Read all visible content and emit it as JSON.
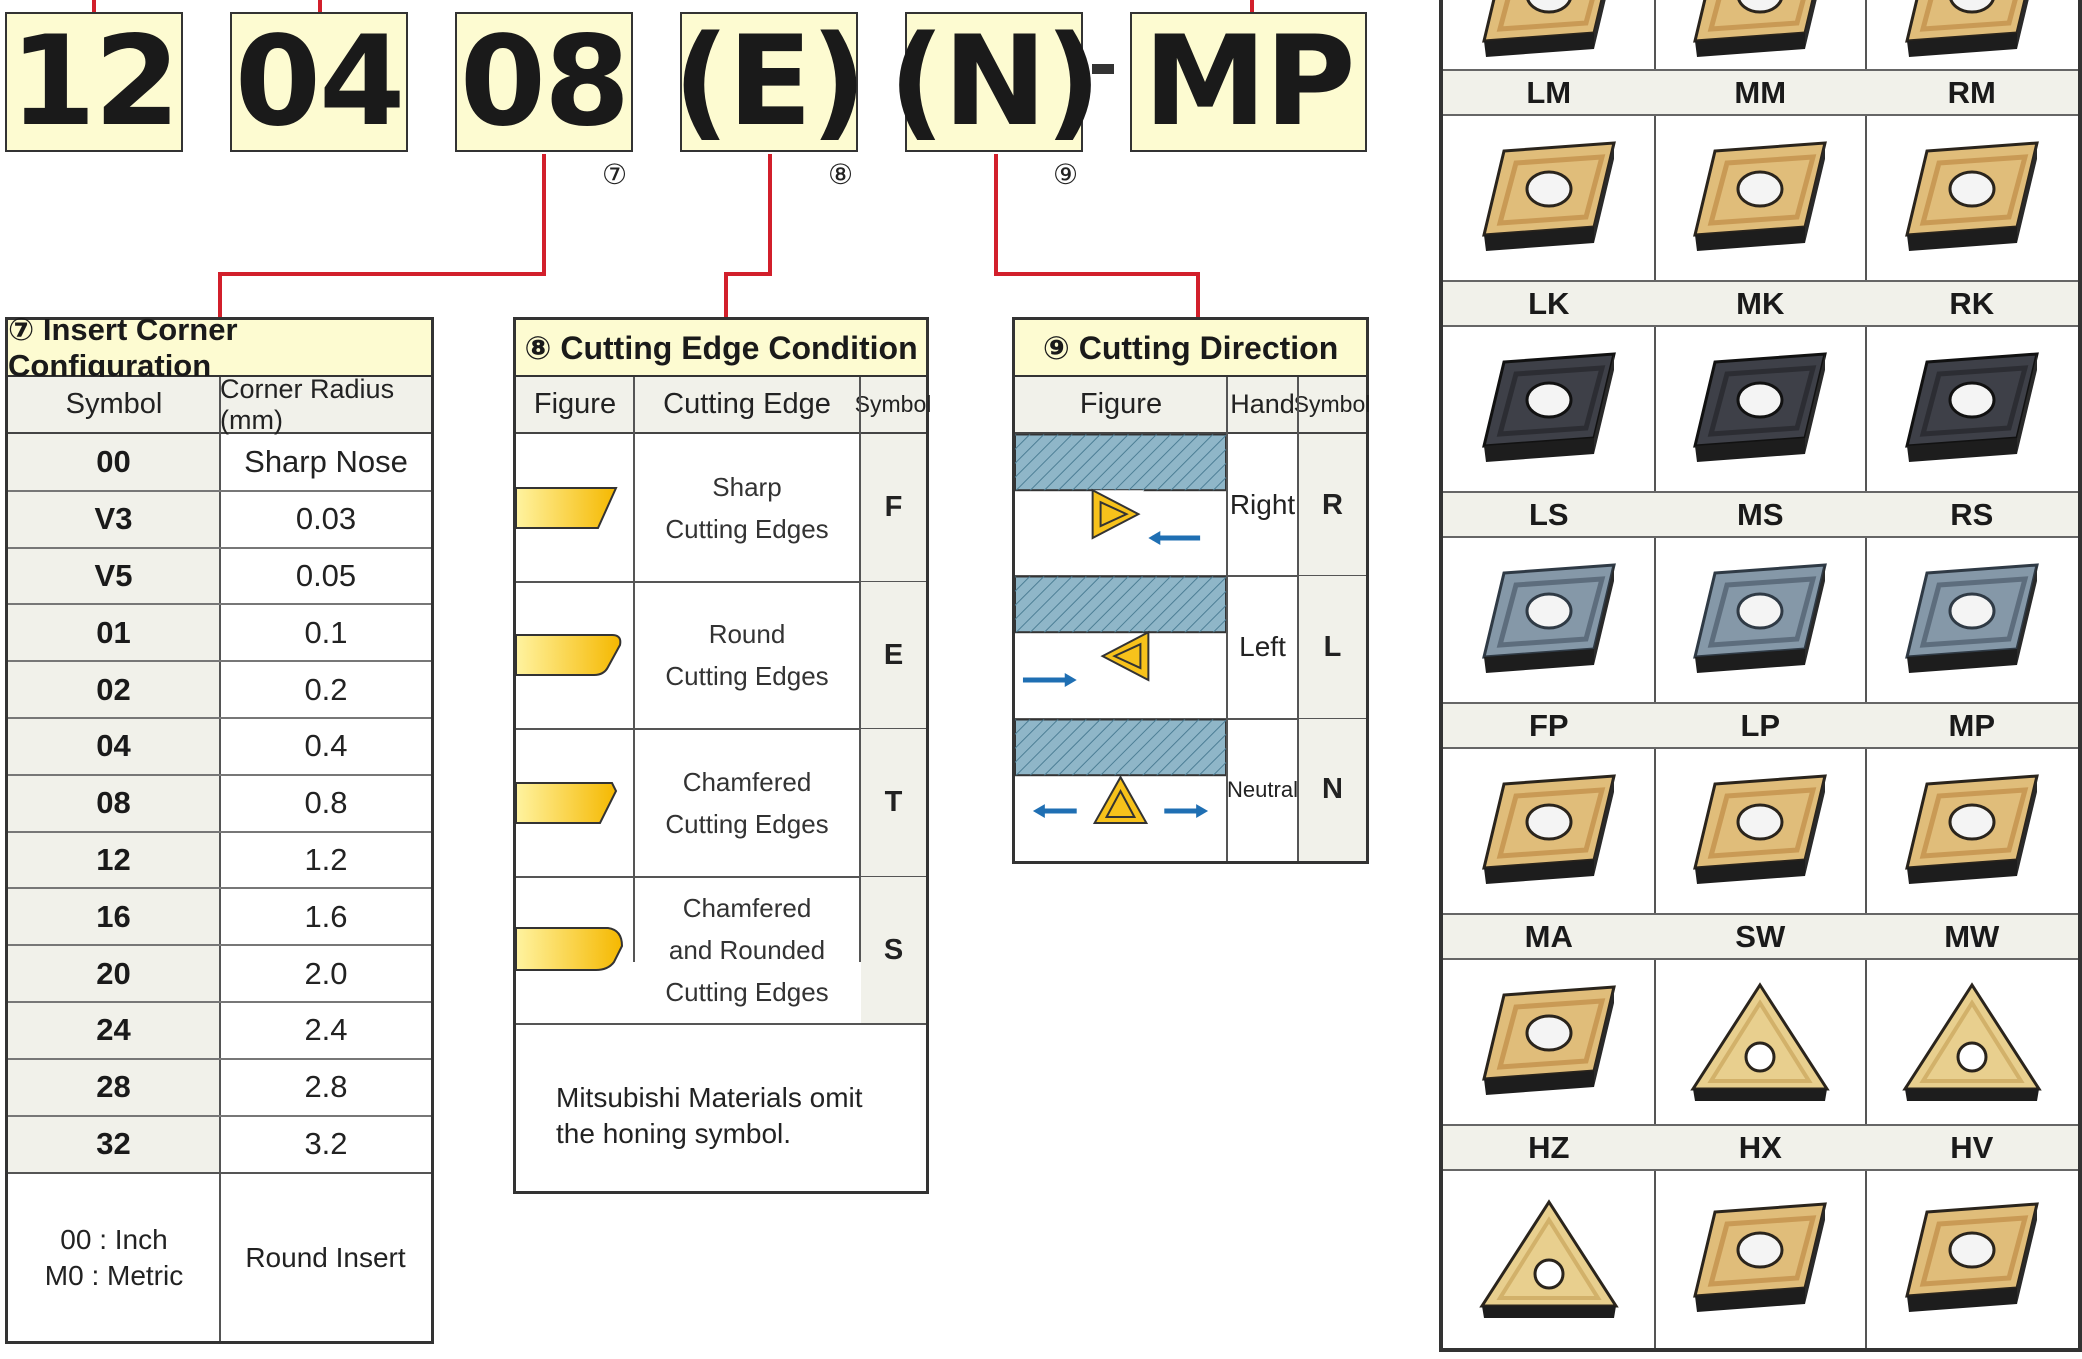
{
  "code": {
    "parts": [
      "12",
      "04",
      "08",
      "(E)",
      "(N)",
      "MP"
    ],
    "dash": "-",
    "markers": [
      "⑦",
      "⑧",
      "⑨"
    ]
  },
  "corner_config": {
    "title": "⑦ Insert Corner Configuration",
    "headers": [
      "Symbol",
      "Corner Radius (mm)"
    ],
    "rows": [
      {
        "symbol": "00",
        "radius": "Sharp Nose"
      },
      {
        "symbol": "V3",
        "radius": "0.03"
      },
      {
        "symbol": "V5",
        "radius": "0.05"
      },
      {
        "symbol": "01",
        "radius": "0.1"
      },
      {
        "symbol": "02",
        "radius": "0.2"
      },
      {
        "symbol": "04",
        "radius": "0.4"
      },
      {
        "symbol": "08",
        "radius": "0.8"
      },
      {
        "symbol": "12",
        "radius": "1.2"
      },
      {
        "symbol": "16",
        "radius": "1.6"
      },
      {
        "symbol": "20",
        "radius": "2.0"
      },
      {
        "symbol": "24",
        "radius": "2.4"
      },
      {
        "symbol": "28",
        "radius": "2.8"
      },
      {
        "symbol": "32",
        "radius": "3.2"
      }
    ],
    "footer_left_1": "00 : Inch",
    "footer_left_2": "M0 : Metric",
    "footer_right": "Round Insert"
  },
  "cutting_edge": {
    "title": "⑧ Cutting Edge Condition",
    "headers": [
      "Figure",
      "Cutting Edge",
      "Symbol"
    ],
    "rows": [
      {
        "line1": "Sharp",
        "line2": "Cutting Edges",
        "line3": "",
        "symbol": "F"
      },
      {
        "line1": "Round",
        "line2": "Cutting Edges",
        "line3": "",
        "symbol": "E"
      },
      {
        "line1": "Chamfered",
        "line2": "Cutting Edges",
        "line3": "",
        "symbol": "T"
      },
      {
        "line1": "Chamfered",
        "line2": "and Rounded",
        "line3": "Cutting Edges",
        "symbol": "S"
      }
    ],
    "note_line1": "Mitsubishi Materials omit",
    "note_line2": "the honing symbol.",
    "colors": {
      "fill_light": "#fff3a0",
      "fill_dark": "#f5b800"
    }
  },
  "cutting_direction": {
    "title": "⑨ Cutting Direction",
    "headers": [
      "Figure",
      "Hand",
      "Symbol"
    ],
    "rows": [
      {
        "hand": "Right",
        "symbol": "R"
      },
      {
        "hand": "Left",
        "symbol": "L"
      },
      {
        "hand": "Neutral",
        "symbol": "N"
      }
    ],
    "colors": {
      "workpiece": "#8fb6c8",
      "arrow": "#1f6fb3",
      "insert": "#f7c21b"
    }
  },
  "chipbreakers": {
    "rows": [
      [
        "LM",
        "MM",
        "RM"
      ],
      [
        "LK",
        "MK",
        "RK"
      ],
      [
        "LS",
        "MS",
        "RS"
      ],
      [
        "FP",
        "LP",
        "MP"
      ],
      [
        "MA",
        "SW",
        "MW"
      ],
      [
        "HZ",
        "HX",
        "HV"
      ]
    ],
    "image_rows": [
      [
        "gold-insert-icon",
        "gold-insert-icon",
        "gold-insert-icon"
      ],
      [
        "gold-insert-icon",
        "gold-insert-icon",
        "gold-insert-icon"
      ],
      [
        "black-insert-icon",
        "black-insert-icon",
        "black-insert-icon"
      ],
      [
        "grey-insert-icon",
        "grey-insert-icon",
        "grey-insert-icon"
      ],
      [
        "gold-insert-icon",
        "gold-insert-icon",
        "gold-insert-icon"
      ],
      [
        "gold-insert-icon",
        "gold-triangle-insert-icon",
        "gold-triangle-insert-icon"
      ],
      [
        "gold-triangle-insert-icon",
        "gold-insert-icon",
        "gold-insert-icon"
      ]
    ]
  }
}
